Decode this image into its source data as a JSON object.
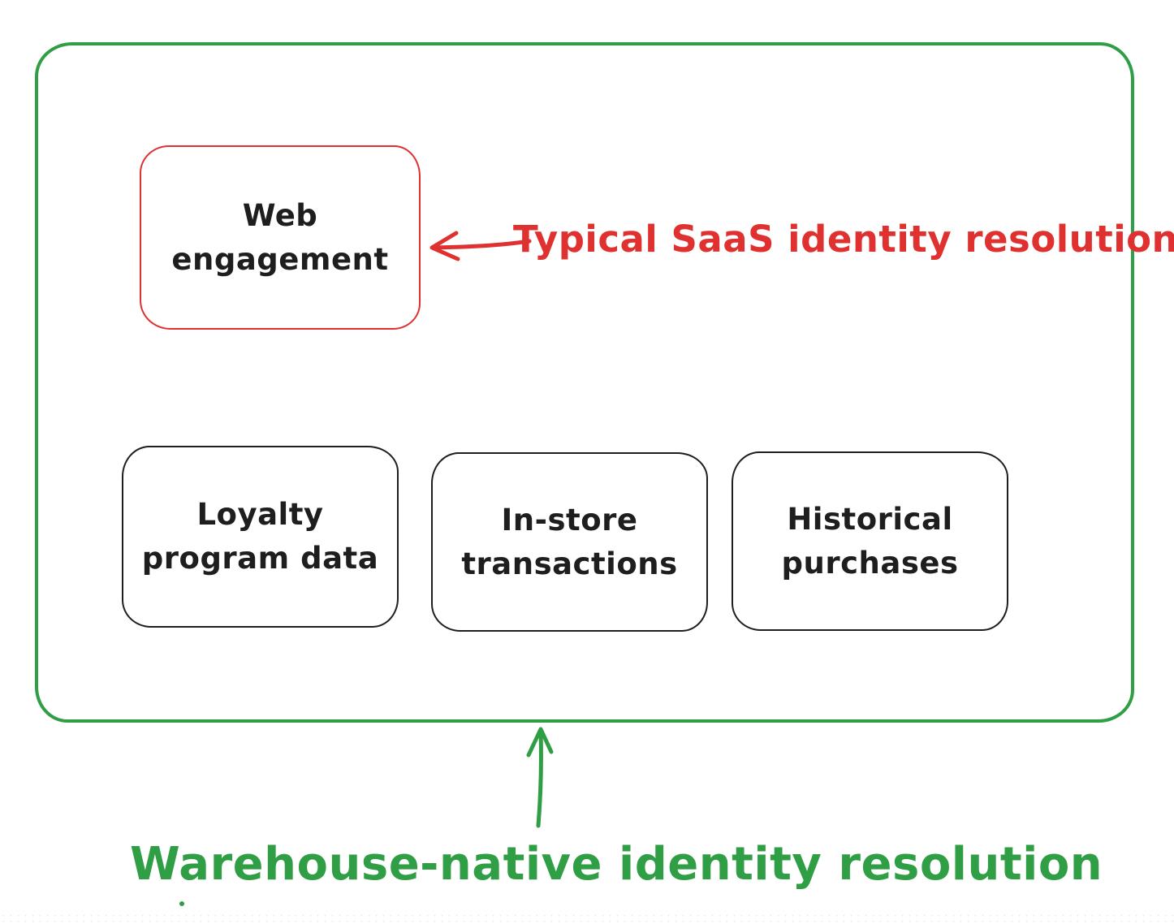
{
  "diagram": {
    "style": "hand-drawn sketch",
    "background": "#ffffff"
  },
  "colors": {
    "green": "#2f9e44",
    "red": "#e03131",
    "ink": "#1e1e1e"
  },
  "nodes": {
    "web": {
      "line1": "Web",
      "line2": "engagement"
    },
    "loyalty": {
      "line1": "Loyalty",
      "line2": "program data"
    },
    "instore": {
      "line1": "In-store",
      "line2": "transactions"
    },
    "historical": {
      "line1": "Historical",
      "line2": "purchases"
    }
  },
  "annotations": {
    "saas_label": "Typical SaaS identity resolution",
    "warehouse_label": "Warehouse-native identity resolution"
  },
  "icons": {
    "red_arrow": "arrow-left",
    "green_arrow": "arrow-up"
  }
}
